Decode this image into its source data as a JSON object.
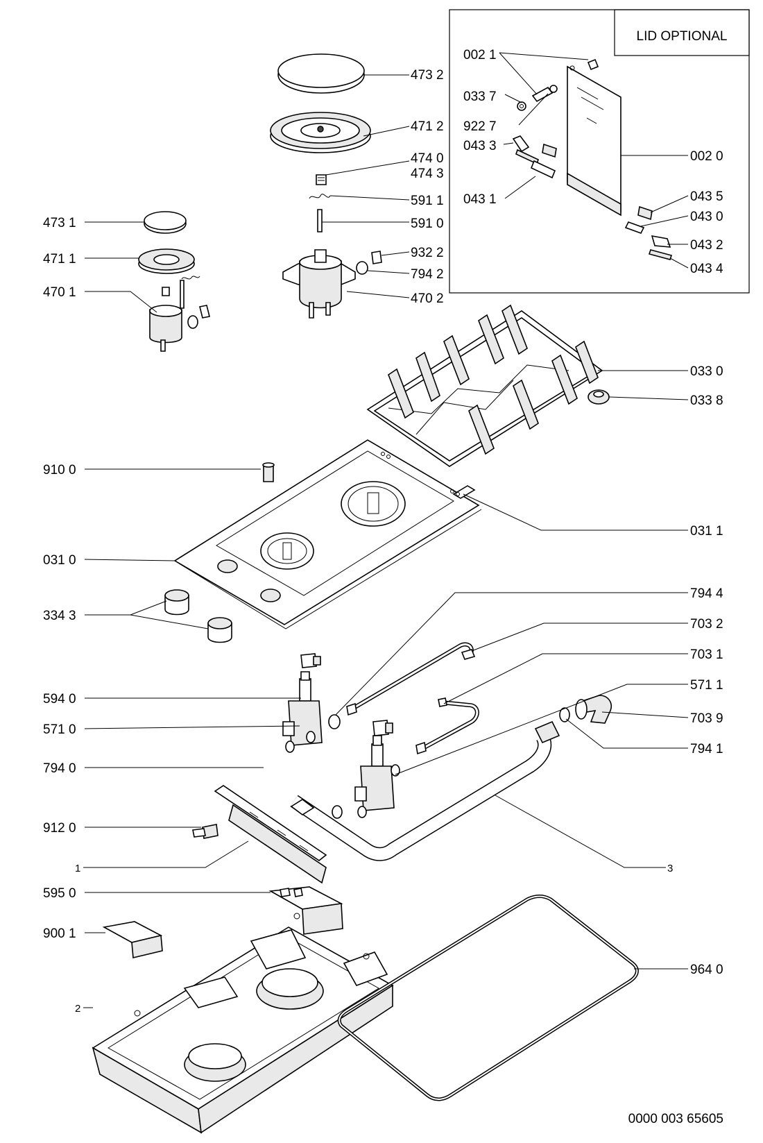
{
  "lid_box": {
    "title": "LID OPTIONAL"
  },
  "labels": {
    "l0021": "002 1",
    "l0337": "033 7",
    "l9227": "922 7",
    "l0433": "043 3",
    "l0431": "043 1",
    "l0020": "002 0",
    "l0435": "043 5",
    "l0430": "043 0",
    "l0432": "043 2",
    "l0434": "043 4",
    "l4732": "473 2",
    "l4712": "471 2",
    "l4740": "474 0",
    "l4743": "474 3",
    "l5911": "591 1",
    "l5910": "591 0",
    "l9322": "932 2",
    "l7942": "794 2",
    "l4702": "470 2",
    "l4731": "473 1",
    "l4711": "471 1",
    "l4701": "470 1",
    "l0330": "033 0",
    "l0338": "033 8",
    "l9100": "910 0",
    "l0311": "031 1",
    "l0310": "031 0",
    "l3343": "334 3",
    "l7944": "794 4",
    "l7032": "703 2",
    "l7031": "703 1",
    "l5711": "571 1",
    "l7039": "703 9",
    "l7941": "794 1",
    "l5940": "594 0",
    "l5710": "571 0",
    "l7940": "794 0",
    "l9120": "912 0",
    "l1": "1",
    "l3": "3",
    "l5950": "595 0",
    "l9001": "900 1",
    "l9640": "964 0",
    "l2": "2"
  },
  "drawing_number": "0000 003 65605"
}
